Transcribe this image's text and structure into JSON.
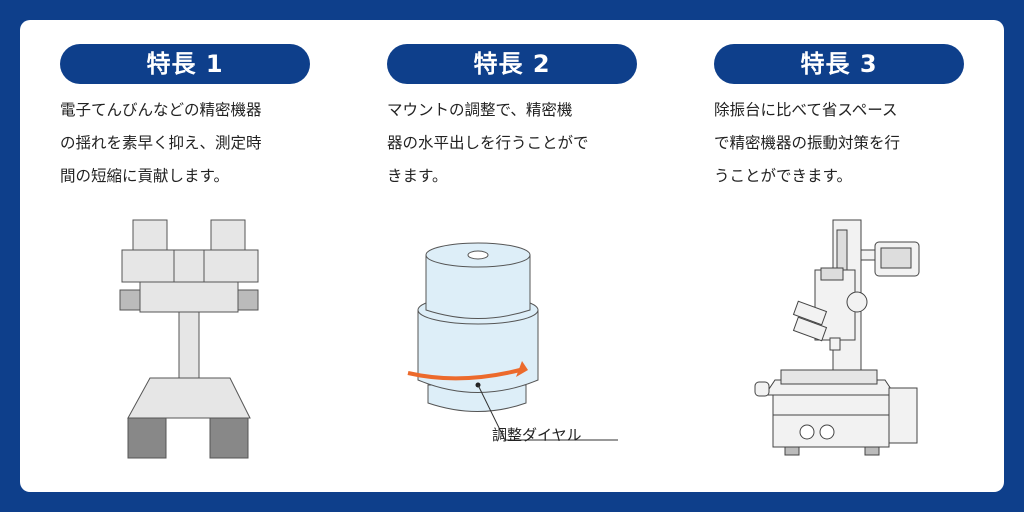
{
  "features": [
    {
      "title": "特長 1",
      "lines": [
        "電子てんびんなどの精密機器",
        "の揺れを素早く抑え、測定時",
        "間の短縮に貢献します。"
      ]
    },
    {
      "title": "特長 2",
      "lines": [
        "マウントの調整で、精密機",
        "器の水平出しを行うことがで",
        "きます。"
      ]
    },
    {
      "title": "特長 3",
      "lines": [
        "除振台に比べて省スペース",
        "で精密機器の振動対策を行",
        "うことができます。"
      ]
    }
  ],
  "dial_label": "調整ダイヤル",
  "colors": {
    "brand": "#0e3f8b",
    "arrow": "#ec6a2c",
    "mount": "#ddeef8"
  }
}
